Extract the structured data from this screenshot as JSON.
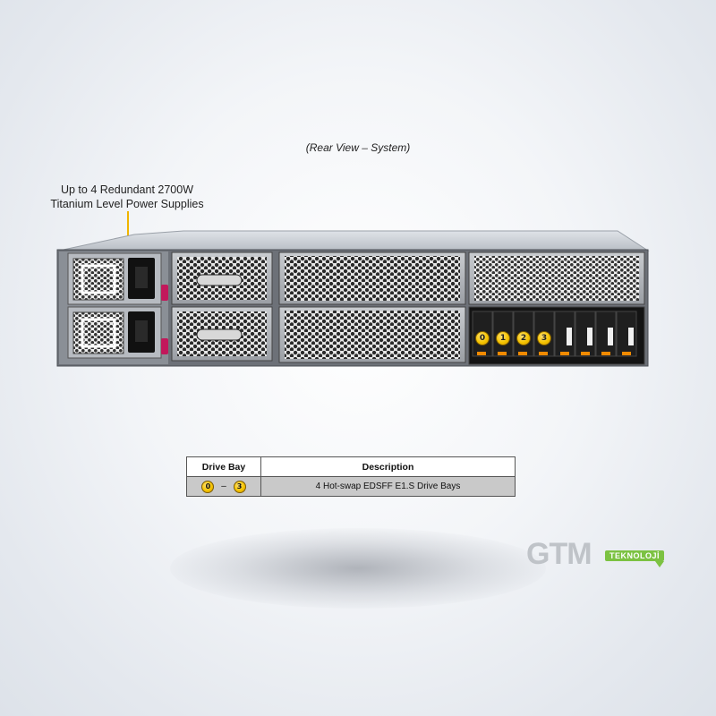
{
  "caption": "(Rear View – System)",
  "callout": {
    "line1": "Up to 4 Redundant 2700W",
    "line2": "Titanium Level Power Supplies"
  },
  "bays": [
    "0",
    "1",
    "2",
    "3"
  ],
  "table": {
    "col_bay": "Drive Bay",
    "col_desc": "Description",
    "row": {
      "bay_start": "0",
      "bay_sep": "–",
      "bay_end": "3",
      "description": "4 Hot-swap EDSFF E1.S Drive Bays"
    }
  },
  "logo": {
    "main": "GTM",
    "tag": "TEKNOLOJİ"
  },
  "colors": {
    "callout": "#f0b400",
    "badge": "#f5c400",
    "drive_tab": "#f08a00",
    "logo_green": "#7cc242"
  }
}
